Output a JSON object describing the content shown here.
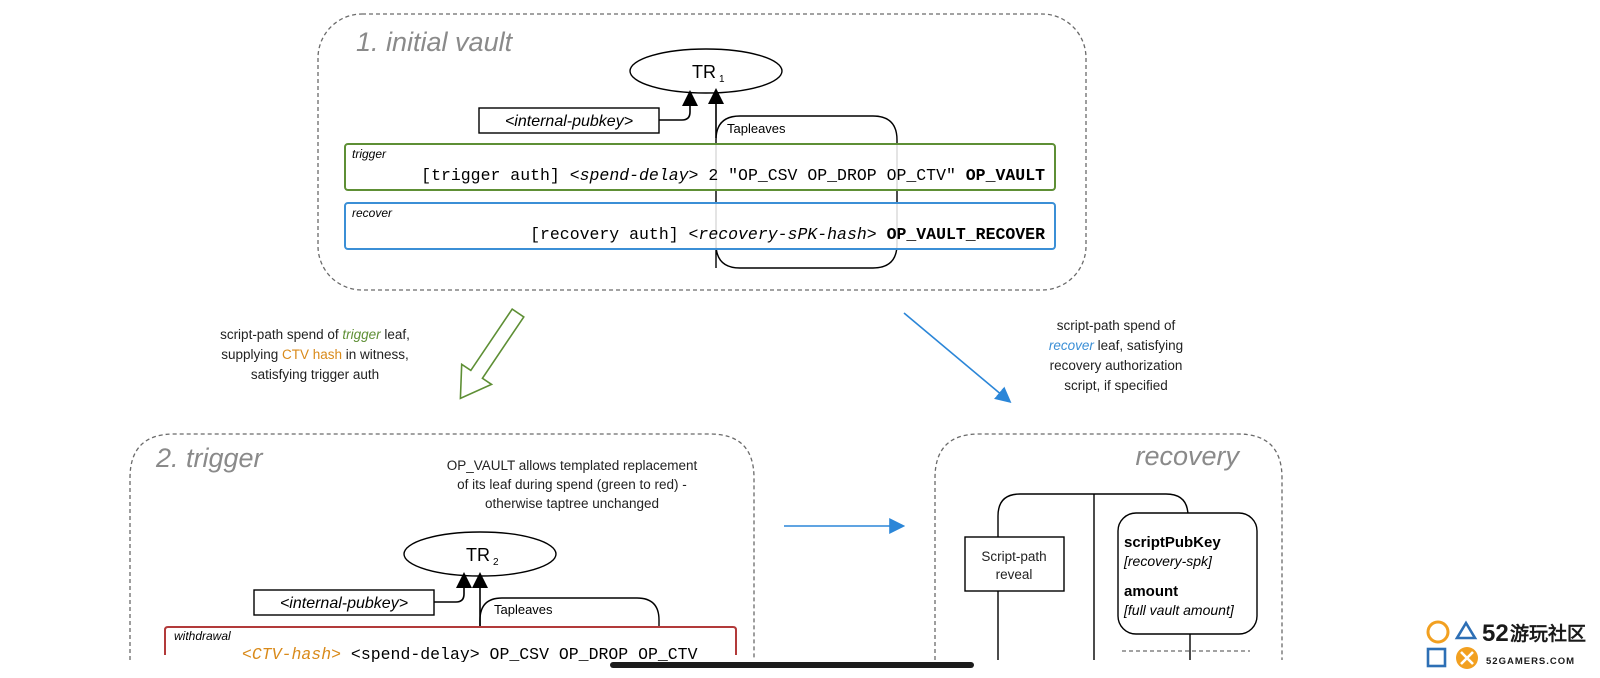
{
  "panels": {
    "vault": {
      "title": "1. initial vault",
      "root_node": "TR",
      "root_sub": "1",
      "internal_pubkey": "<internal-pubkey>",
      "tapleaves_label": "Tapleaves",
      "trigger_leaf": {
        "label": "trigger",
        "auth": "[trigger auth] <",
        "delay": "spend-delay",
        "middle": "> 2 \"OP_CSV OP_DROP OP_CTV\" ",
        "opcode": "OP_VAULT"
      },
      "recover_leaf": {
        "label": "recover",
        "auth": "[recovery auth] <",
        "hash": "recovery-sPK-hash",
        "close": "> ",
        "opcode": "OP_VAULT_RECOVER"
      }
    },
    "trigger": {
      "title": "2. trigger",
      "note": [
        "OP_VAULT allows templated replacement",
        "of its leaf during spend (green to red) -",
        "otherwise taptree unchanged"
      ],
      "root_node": "TR",
      "root_sub": "2",
      "internal_pubkey": "<internal-pubkey>",
      "tapleaves_label": "Tapleaves",
      "withdrawal_label": "withdrawal",
      "withdrawal_hash": "<CTV-hash>",
      "withdrawal_script": " <spend-delay> OP_CSV OP_DROP OP_CTV"
    },
    "recovery": {
      "title": "recovery",
      "reveal_lines": [
        "Script-path",
        "reveal"
      ],
      "spk_label": "scriptPubKey",
      "spk_value": "[recovery-spk]",
      "amount_label": "amount",
      "amount_value": "[full vault amount]"
    }
  },
  "captions": {
    "trigger_spend": {
      "line1_pre": "script-path spend of ",
      "line1_em": "trigger",
      "line1_post": " leaf,",
      "line2_pre": "supplying ",
      "line2_em": "CTV hash",
      "line2_post": " in witness,",
      "line3": "satisfying trigger auth"
    },
    "recover_spend": {
      "line1": "script-path spend of",
      "line2_em": "recover",
      "line2_post": " leaf, satisfying",
      "line3": "recovery authorization",
      "line4": "script, if specified"
    }
  },
  "watermark": {
    "number": "52",
    "cn": "游玩社区",
    "site": "52GAMERS.COM"
  },
  "colors": {
    "trigger_green": "#5e8f35",
    "recover_blue": "#3b8fd6",
    "withdrawal_red": "#b23a3a",
    "ctv_orange": "#d98a1a",
    "arrow_blue": "#2b86d8",
    "dashed_border": "#6a6a6a",
    "title_gray": "#8a8a8a",
    "logo_orange": "#f2a020",
    "logo_blue": "#2d6fb5"
  },
  "icons": [
    "circle-icon",
    "triangle-icon",
    "square-icon",
    "cross-icon"
  ]
}
